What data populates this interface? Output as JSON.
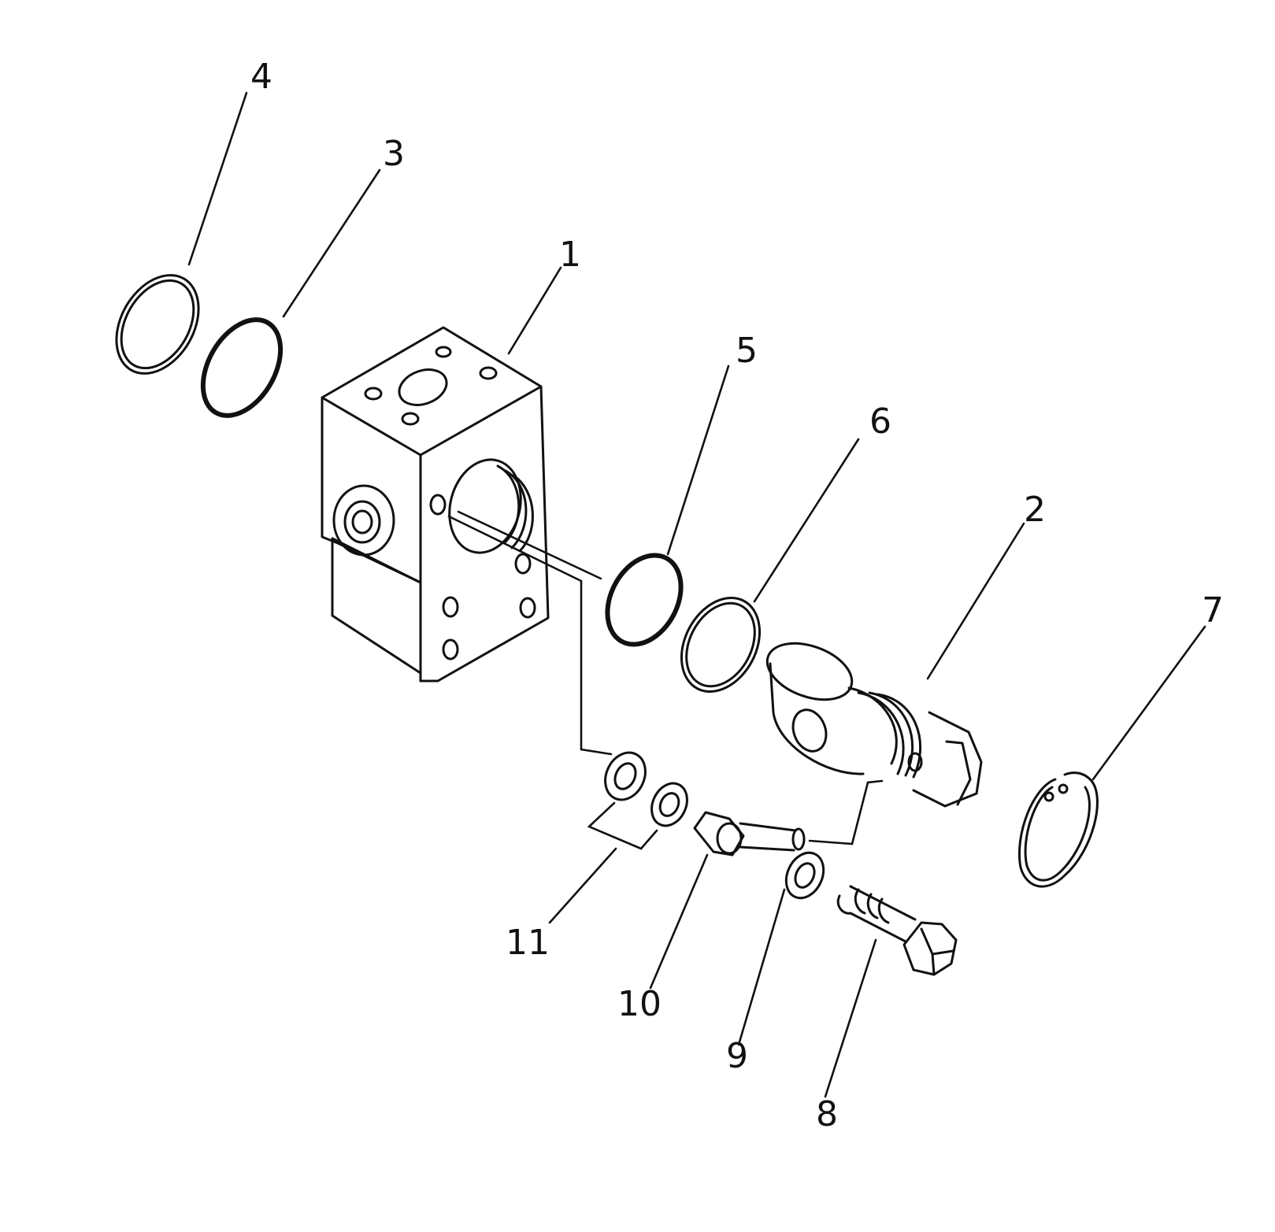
{
  "callouts": {
    "c1": "1",
    "c2": "2",
    "c3": "3",
    "c4": "4",
    "c5": "5",
    "c6": "6",
    "c7": "7",
    "c8": "8",
    "c9": "9",
    "c10": "10",
    "c11": "11"
  },
  "colors": {
    "ink": "#111111",
    "paper": "#ffffff"
  }
}
